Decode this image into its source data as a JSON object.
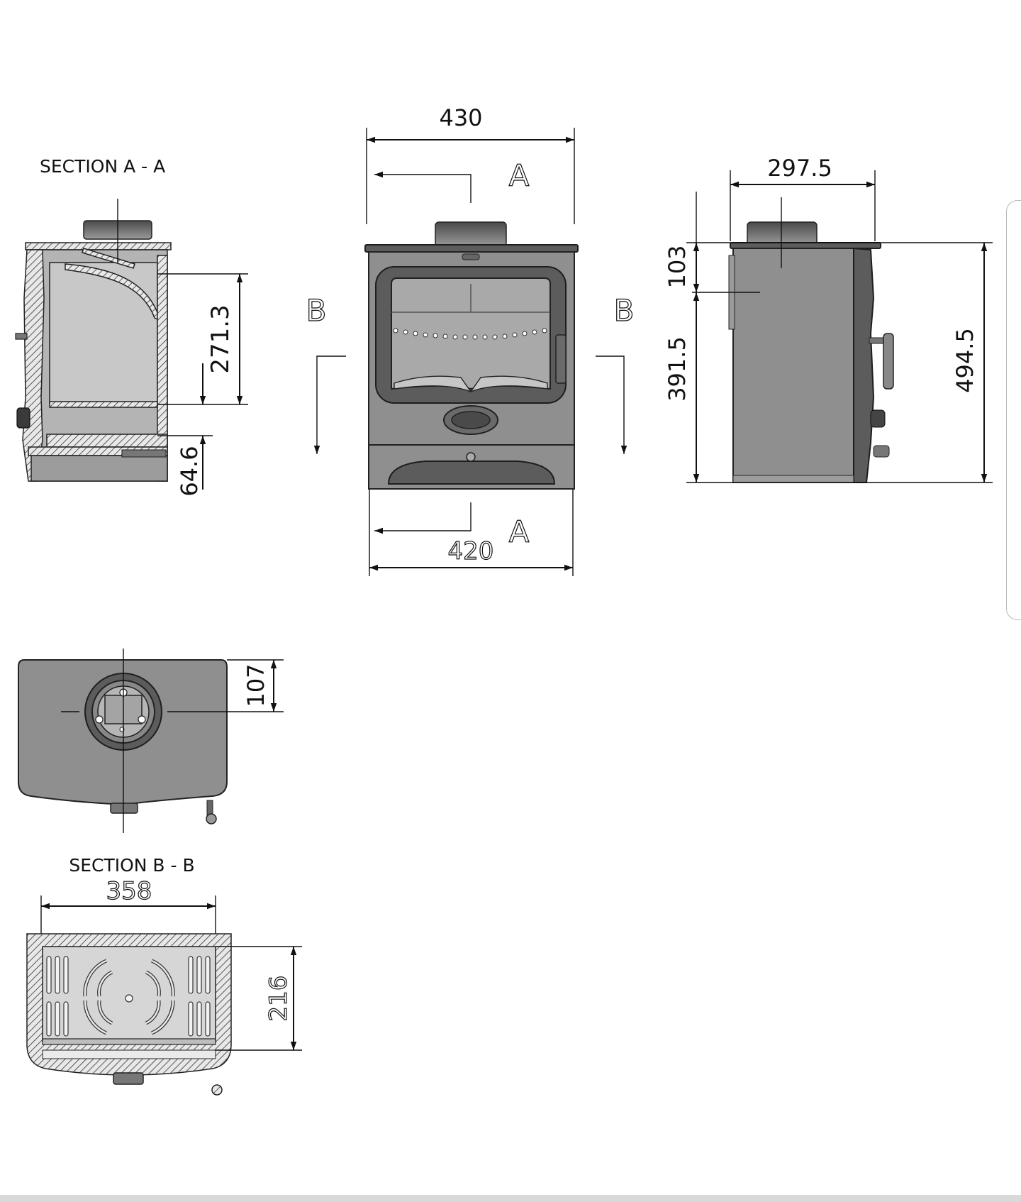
{
  "titles": {
    "section_a": "SECTION A - A",
    "section_b": "SECTION B - B"
  },
  "section_markers": {
    "a_top": "A",
    "a_bottom": "A",
    "b_left": "B",
    "b_right": "B"
  },
  "dimensions": {
    "front_top_width": "430",
    "front_bottom_width": "420",
    "side_depth": "297.5",
    "side_top_offset": "103",
    "side_flue_height": "391.5",
    "side_total_height": "494.5",
    "section_a_inner_height": "271.3",
    "section_a_base_height": "64.6",
    "plan_flue_offset": "107",
    "section_b_width": "358",
    "section_b_depth": "216"
  }
}
